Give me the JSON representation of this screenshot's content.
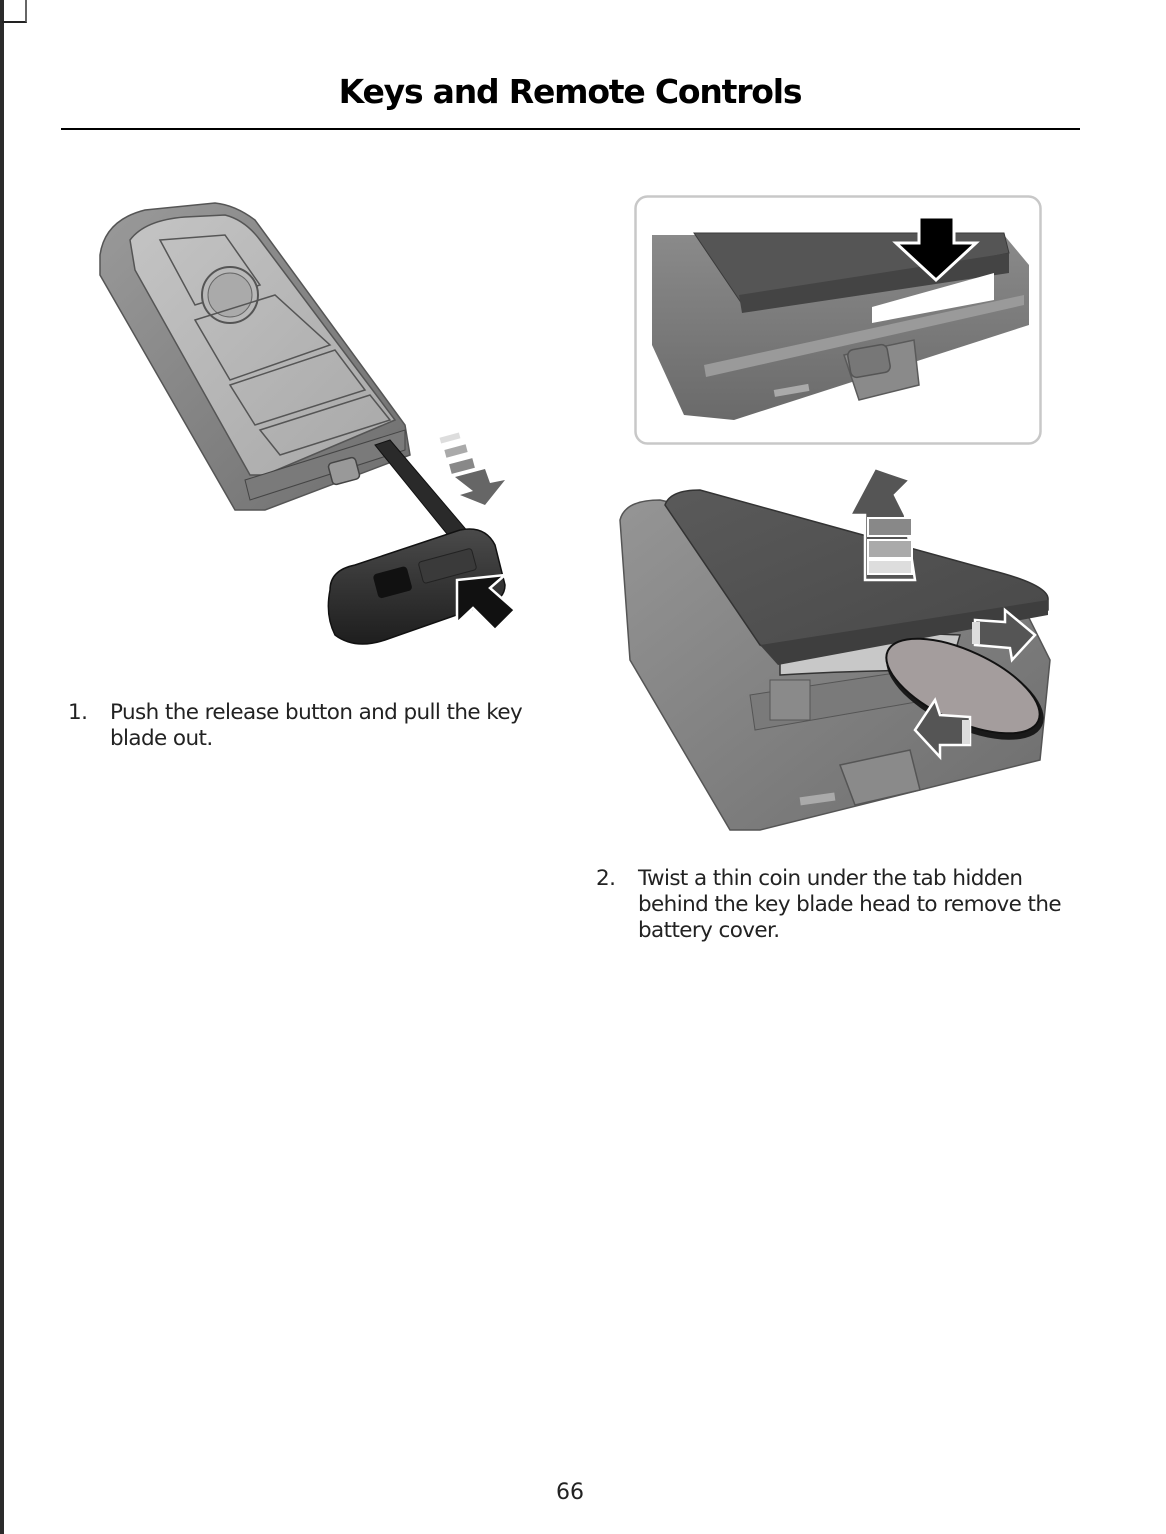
{
  "header": {
    "title": "Keys and Remote Controls"
  },
  "figures": [
    {
      "id": "fig-key-blade-release",
      "description": "Key fob with key blade being pulled out while release button is pushed",
      "icons": [
        "key-fob-icon",
        "push-arrow-icon",
        "pull-arrow-icon"
      ]
    },
    {
      "id": "fig-battery-cover-inset",
      "description": "Close-up of key fob end showing slot for coin with downward arrow",
      "icons": [
        "down-arrow-icon"
      ]
    },
    {
      "id": "fig-battery-cover-removal",
      "description": "Battery cover lifted off key fob, coin cell battery being removed",
      "icons": [
        "lift-arrow-icon",
        "coin-battery-icon",
        "twist-arrow-icon"
      ]
    }
  ],
  "steps": [
    {
      "number": "1.",
      "text": "Push the release button and pull the key blade out."
    },
    {
      "number": "2.",
      "text": "Twist a thin coin under the tab hidden behind the key blade head to remove the battery cover."
    }
  ],
  "footer": {
    "page_number": "66"
  },
  "colors": {
    "fob_body": "#8a8a8a",
    "fob_face": "#b5b5b5",
    "fob_dark": "#3c3c3c",
    "battery": "#a09a9a",
    "arrow": "#111111"
  }
}
